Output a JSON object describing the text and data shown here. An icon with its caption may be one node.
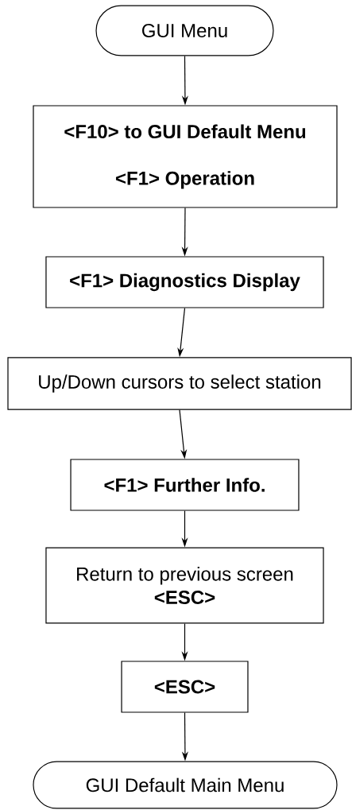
{
  "diagram": {
    "nodes": [
      {
        "text": [
          "GUI Menu"
        ]
      },
      {
        "text": [
          "<F10> to GUI Default Menu",
          "<F1> Operation"
        ]
      },
      {
        "text": [
          "<F1> Diagnostics Display"
        ]
      },
      {
        "text": [
          "Up/Down cursors to select station"
        ]
      },
      {
        "text": [
          "<F1> Further Info."
        ]
      },
      {
        "text": [
          "Return to previous screen",
          "<ESC>"
        ]
      },
      {
        "text": [
          "<ESC>"
        ]
      },
      {
        "text": [
          "GUI Default Main Menu"
        ]
      }
    ],
    "edges": [
      {
        "from": 0,
        "to": 1,
        "arrow": "to"
      },
      {
        "from": 1,
        "to": 2,
        "arrow": "to"
      },
      {
        "from": 2,
        "to": 3,
        "arrow": "to"
      },
      {
        "from": 3,
        "to": 4,
        "arrow": "to"
      },
      {
        "from": 4,
        "to": 5,
        "arrow": "to"
      },
      {
        "from": 5,
        "to": 6,
        "arrow": "to"
      },
      {
        "from": 6,
        "to": 7,
        "arrow": "to"
      }
    ]
  }
}
